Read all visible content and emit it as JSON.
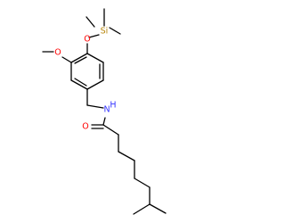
{
  "diagram": {
    "type": "chemical-structure",
    "colors": {
      "bond": "#000000",
      "carbon": "#000000",
      "oxygen": "#ff0000",
      "nitrogen": "#3333ff",
      "silicon": "#b8860b",
      "background": "#ffffff"
    },
    "atom_labels": {
      "si": "Si",
      "o_silyl": "O",
      "o_methoxy": "O",
      "n_amide": "N",
      "h_amide": "H",
      "o_carbonyl": "O"
    }
  }
}
